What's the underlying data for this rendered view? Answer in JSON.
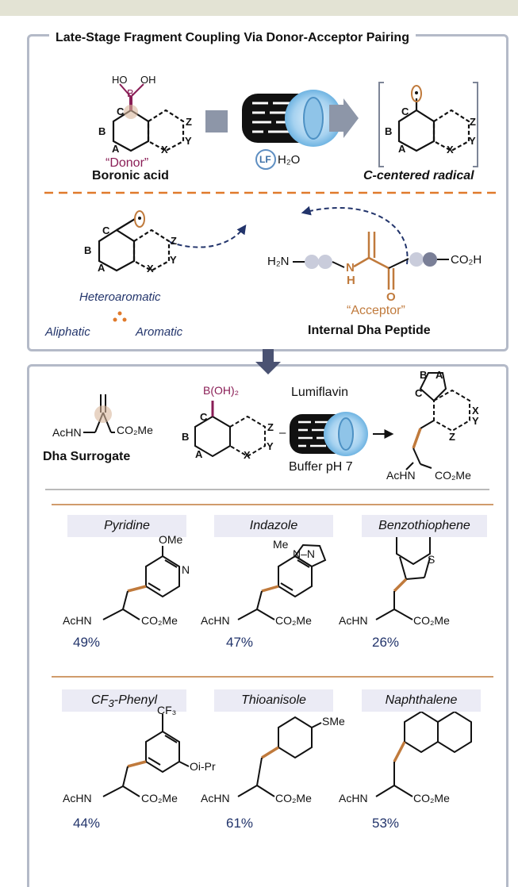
{
  "header": {
    "title": "Late-Stage Fragment Coupling Via Donor-Acceptor Pairing"
  },
  "donor": {
    "ho_left": "HO",
    "oh_right": "OH",
    "boron": "B",
    "quote": "“Donor”",
    "name": "Boronic acid"
  },
  "ring_labels": [
    "C",
    "B",
    "A",
    "X",
    "Y",
    "Z"
  ],
  "conditions_top": {
    "lf": "LF",
    "solvent": "H₂O"
  },
  "radical": {
    "name": "C-centered radical"
  },
  "acceptor": {
    "h2n": "H₂N",
    "nh": "N",
    "h": "H",
    "o": "O",
    "co2h": "CO₂H",
    "quote": "“Acceptor”",
    "name": "Internal Dha Peptide"
  },
  "scope_types": {
    "hetero": "Heteroaromatic",
    "aliphatic": "Aliphatic",
    "aromatic": "Aromatic"
  },
  "reaction": {
    "dha_achn": "AcHN",
    "dha_co2me": "CO₂Me",
    "dha_name": "Dha Surrogate",
    "boronate": "B(OH)₂",
    "catalyst": "Lumiflavin",
    "buffer": "Buffer pH 7",
    "plus": "–",
    "prod_achn": "AcHN",
    "prod_co2me": "CO₂Me"
  },
  "products": [
    {
      "label": "Pyridine",
      "yield": "49%",
      "sub": "OMe",
      "hetero": "N"
    },
    {
      "label": "Indazole",
      "yield": "47%",
      "sub": "Me",
      "hetero": "N–N"
    },
    {
      "label": "Benzothiophene",
      "yield": "26%",
      "hetero": "S"
    },
    {
      "label": "CF3-Phenyl",
      "label_main": "CF",
      "label_sub": "3",
      "label_rest": "-Phenyl",
      "yield": "44%",
      "sub": "CF₃",
      "sub2": "Oi-Pr"
    },
    {
      "label": "Thioanisole",
      "yield": "61%",
      "sub": "SMe"
    },
    {
      "label": "Naphthalene",
      "yield": "53%"
    }
  ],
  "product_achn": "AcHN",
  "product_co2me": "CO₂Me",
  "colors": {
    "frame": "#b4bac8",
    "donor": "#8a1e56",
    "acceptor": "#c07a3c",
    "navy": "#22346b",
    "dashed": "#e07a2c",
    "pill": "#ebebf5"
  }
}
